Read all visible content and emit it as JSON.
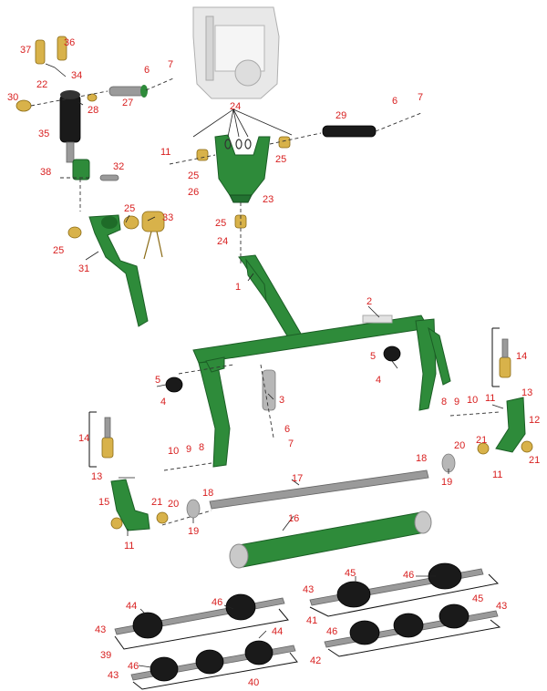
{
  "diagram": {
    "callouts": [
      "1",
      "2",
      "3",
      "4",
      "5",
      "6",
      "7",
      "8",
      "9",
      "10",
      "11",
      "12",
      "13",
      "14",
      "15",
      "16",
      "17",
      "18",
      "19",
      "20",
      "21",
      "22",
      "23",
      "24",
      "25",
      "26",
      "27",
      "28",
      "29",
      "30",
      "31",
      "32",
      "33",
      "34",
      "35",
      "36",
      "37",
      "38",
      "39",
      "40",
      "41",
      "42",
      "43",
      "44",
      "45",
      "46"
    ]
  },
  "labels": [
    {
      "id": "c37",
      "text": "37"
    },
    {
      "id": "c36",
      "text": "36"
    },
    {
      "id": "c34",
      "text": "34"
    },
    {
      "id": "c22",
      "text": "22"
    },
    {
      "id": "c30",
      "text": "30"
    },
    {
      "id": "c28",
      "text": "28"
    },
    {
      "id": "c27",
      "text": "27"
    },
    {
      "id": "c6a",
      "text": "6"
    },
    {
      "id": "c7a",
      "text": "7"
    },
    {
      "id": "c35",
      "text": "35"
    },
    {
      "id": "c24a",
      "text": "24"
    },
    {
      "id": "c29",
      "text": "29"
    },
    {
      "id": "c6b",
      "text": "6"
    },
    {
      "id": "c7b",
      "text": "7"
    },
    {
      "id": "c11a",
      "text": "11"
    },
    {
      "id": "c25a",
      "text": "25"
    },
    {
      "id": "c25b",
      "text": "25"
    },
    {
      "id": "c26",
      "text": "26"
    },
    {
      "id": "c23",
      "text": "23"
    },
    {
      "id": "c38",
      "text": "38"
    },
    {
      "id": "c32",
      "text": "32"
    },
    {
      "id": "c25c",
      "text": "25"
    },
    {
      "id": "c33",
      "text": "33"
    },
    {
      "id": "c25d",
      "text": "25"
    },
    {
      "id": "c25e",
      "text": "25"
    },
    {
      "id": "c24b",
      "text": "24"
    },
    {
      "id": "c31",
      "text": "31"
    },
    {
      "id": "c1",
      "text": "1"
    },
    {
      "id": "c2",
      "text": "2"
    },
    {
      "id": "c14a",
      "text": "14"
    },
    {
      "id": "c5a",
      "text": "5"
    },
    {
      "id": "c4a",
      "text": "4"
    },
    {
      "id": "c13a",
      "text": "13"
    },
    {
      "id": "c5b",
      "text": "5"
    },
    {
      "id": "c4b",
      "text": "4"
    },
    {
      "id": "c3",
      "text": "3"
    },
    {
      "id": "c8a",
      "text": "8"
    },
    {
      "id": "c9a",
      "text": "9"
    },
    {
      "id": "c10a",
      "text": "10"
    },
    {
      "id": "c11b",
      "text": "11"
    },
    {
      "id": "c12",
      "text": "12"
    },
    {
      "id": "c6c",
      "text": "6"
    },
    {
      "id": "c7c",
      "text": "7"
    },
    {
      "id": "c14b",
      "text": "14"
    },
    {
      "id": "c21a",
      "text": "21"
    },
    {
      "id": "c20a",
      "text": "20"
    },
    {
      "id": "c18a",
      "text": "18"
    },
    {
      "id": "c21b",
      "text": "21"
    },
    {
      "id": "c11c",
      "text": "11"
    },
    {
      "id": "c10b",
      "text": "10"
    },
    {
      "id": "c9b",
      "text": "9"
    },
    {
      "id": "c8b",
      "text": "8"
    },
    {
      "id": "c19a",
      "text": "19"
    },
    {
      "id": "c13b",
      "text": "13"
    },
    {
      "id": "c17",
      "text": "17"
    },
    {
      "id": "c15",
      "text": "15"
    },
    {
      "id": "c18b",
      "text": "18"
    },
    {
      "id": "c21c",
      "text": "21"
    },
    {
      "id": "c20b",
      "text": "20"
    },
    {
      "id": "c19b",
      "text": "19"
    },
    {
      "id": "c11d",
      "text": "11"
    },
    {
      "id": "c16",
      "text": "16"
    },
    {
      "id": "c43a",
      "text": "43"
    },
    {
      "id": "c45a",
      "text": "45"
    },
    {
      "id": "c46a",
      "text": "46"
    },
    {
      "id": "c41",
      "text": "41"
    },
    {
      "id": "c45b",
      "text": "45"
    },
    {
      "id": "c43b",
      "text": "43"
    },
    {
      "id": "c46b",
      "text": "46"
    },
    {
      "id": "c42",
      "text": "42"
    },
    {
      "id": "c44a",
      "text": "44"
    },
    {
      "id": "c46c",
      "text": "46"
    },
    {
      "id": "c43c",
      "text": "43"
    },
    {
      "id": "c39",
      "text": "39"
    },
    {
      "id": "c44b",
      "text": "44"
    },
    {
      "id": "c46d",
      "text": "46"
    },
    {
      "id": "c43d",
      "text": "43"
    },
    {
      "id": "c40",
      "text": "40"
    }
  ],
  "colors": {
    "part_green": "#2e8b3a",
    "callout_red": "#d81f1f"
  }
}
